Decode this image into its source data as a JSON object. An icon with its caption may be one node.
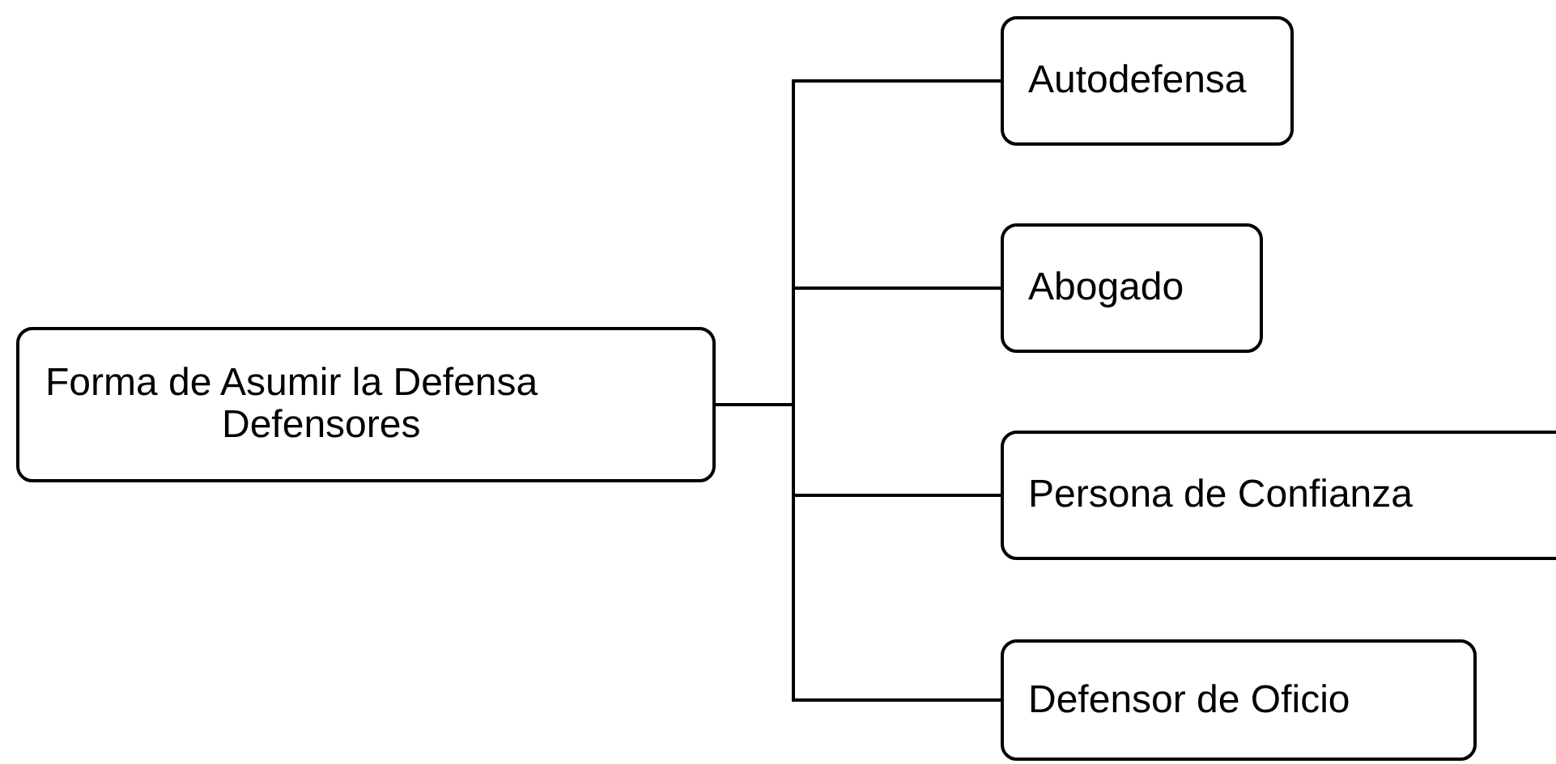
{
  "diagram": {
    "nodes": [
      {
        "text": [
          "Forma de Asumir la Defensa",
          "Defensores"
        ]
      },
      {
        "text": [
          "Autodefensa"
        ]
      },
      {
        "text": [
          "Abogado"
        ]
      },
      {
        "text": [
          "Persona de Confianza"
        ]
      },
      {
        "text": [
          "Defensor de Oficio"
        ]
      }
    ],
    "edges": [
      {
        "from": 0,
        "to": 1,
        "arrow": "none"
      },
      {
        "from": 0,
        "to": 2,
        "arrow": "none"
      },
      {
        "from": 0,
        "to": 3,
        "arrow": "none"
      },
      {
        "from": 0,
        "to": 4,
        "arrow": "none"
      }
    ]
  }
}
